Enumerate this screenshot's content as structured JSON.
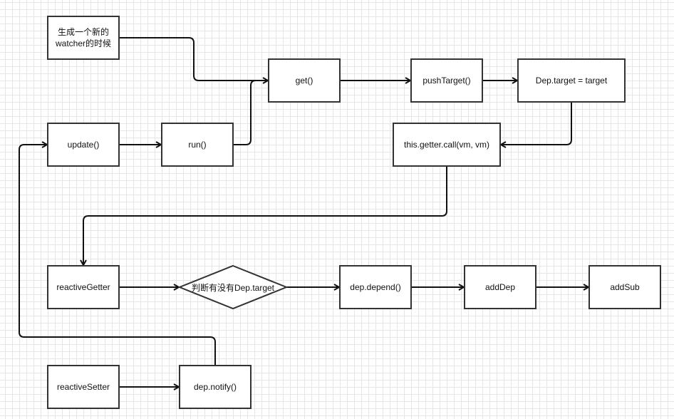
{
  "diagram": {
    "nodes": {
      "new_watcher": "生成一个新的\nwatcher的时候",
      "get": "get()",
      "push_target": "pushTarget()",
      "dep_target_assign": "Dep.target = target",
      "update": "update()",
      "run": "run()",
      "getter_call": "this.getter.call(vm, vm)",
      "reactive_getter": "reactiveGetter",
      "check_dep_target": "判断有没有Dep.target",
      "dep_depend": "dep.depend()",
      "add_dep": "addDep",
      "add_sub": "addSub",
      "reactive_setter": "reactiveSetter",
      "dep_notify": "dep.notify()"
    },
    "edges": [
      {
        "from": "new_watcher",
        "to": "get"
      },
      {
        "from": "update",
        "to": "run"
      },
      {
        "from": "run",
        "to": "get"
      },
      {
        "from": "get",
        "to": "push_target"
      },
      {
        "from": "push_target",
        "to": "dep_target_assign"
      },
      {
        "from": "dep_target_assign",
        "to": "getter_call"
      },
      {
        "from": "getter_call",
        "to": "reactive_getter"
      },
      {
        "from": "reactive_getter",
        "to": "check_dep_target"
      },
      {
        "from": "check_dep_target",
        "to": "dep_depend"
      },
      {
        "from": "dep_depend",
        "to": "add_dep"
      },
      {
        "from": "add_dep",
        "to": "add_sub"
      },
      {
        "from": "reactive_setter",
        "to": "dep_notify"
      },
      {
        "from": "dep_notify",
        "to": "update"
      }
    ],
    "colors": {
      "stroke": "#111111",
      "node_border": "#333333",
      "grid": "#e6e6ea",
      "background": "#ffffff"
    }
  }
}
